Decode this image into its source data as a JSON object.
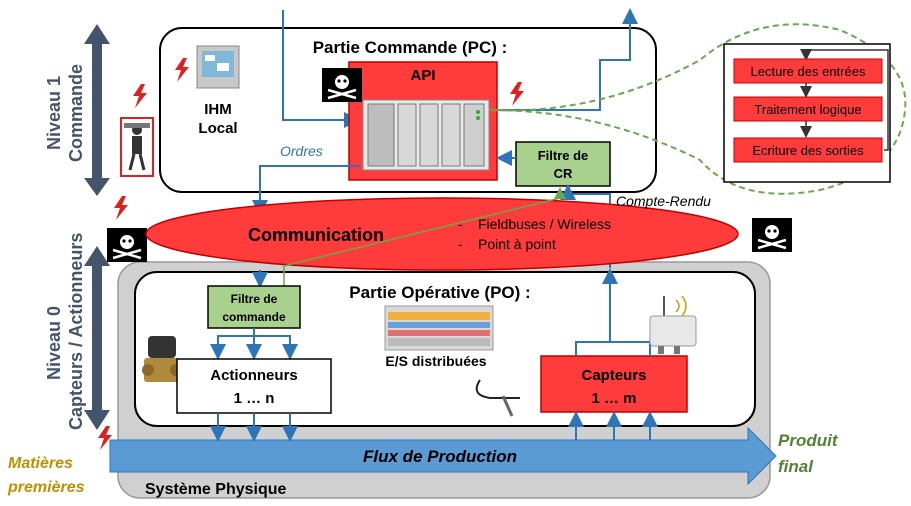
{
  "levels": {
    "level1_title": "Niveau 1",
    "level1_sub": "Commande",
    "level0_title": "Niveau 0",
    "level0_sub": "Capteurs / Actionneurs"
  },
  "pc": {
    "title": "Partie Commande (PC) :",
    "api": "API",
    "ihm_line1": "IHM",
    "ihm_line2": "Local",
    "orders": "Ordres",
    "cr_filter_line1": "Filtre de",
    "cr_filter_line2": "CR"
  },
  "cycle": {
    "steps": [
      "Lecture des entrées",
      "Traitement logique",
      "Ecriture des sorties"
    ]
  },
  "communication": {
    "label": "Communication",
    "bullets": [
      "Fieldbuses / Wireless",
      "Point à point"
    ],
    "report": "Compte-Rendu"
  },
  "po": {
    "title": "Partie Opérative (PO) :",
    "cmd_filter_line1": "Filtre de",
    "cmd_filter_line2": "commande",
    "io": "E/S distribuées",
    "actuators_line1": "Actionneurs",
    "actuators_line2": "1 … n",
    "sensors_line1": "Capteurs",
    "sensors_line2": "1 … m"
  },
  "flow": {
    "label": "Flux de Production",
    "input_line1": "Matières",
    "input_line2": "premières",
    "output_line1": "Produit",
    "output_line2": "final",
    "system": "Système Physique"
  },
  "colors": {
    "red": "#ff3b3b",
    "green_box": "#a9d18e",
    "blue_line": "#2e75b6",
    "gold_text": "#c09000",
    "green_text": "#548235"
  },
  "icons": [
    "pirate-flag-icon",
    "lightning-icon",
    "hmi-panel-icon",
    "plc-rack-icon",
    "valve-icon",
    "sensor-icon",
    "technician-icon"
  ]
}
